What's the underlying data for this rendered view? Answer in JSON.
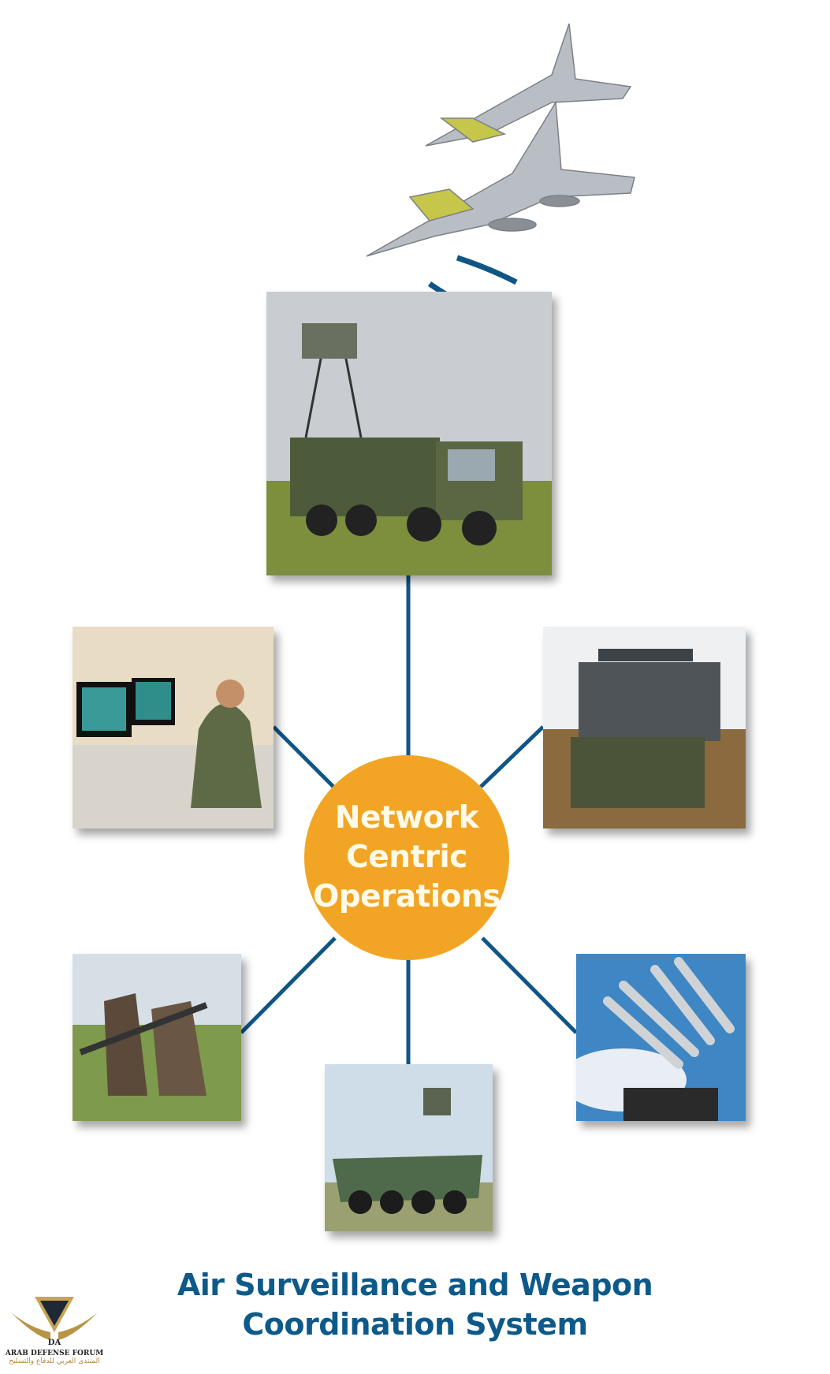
{
  "hub": {
    "line1": "Network",
    "line2": "Centric",
    "line3": "Operations"
  },
  "title": {
    "line1": "Air Surveillance and Weapon",
    "line2": "Coordination System"
  },
  "watermark": {
    "monogram": "DA",
    "name": "ARAB DEFENSE FORUM",
    "arabic": "المنتدى العربي للدفاع والتسليح"
  },
  "colors": {
    "hub": "#f2a524",
    "link": "#0f5586",
    "title": "#0d5a8a"
  }
}
